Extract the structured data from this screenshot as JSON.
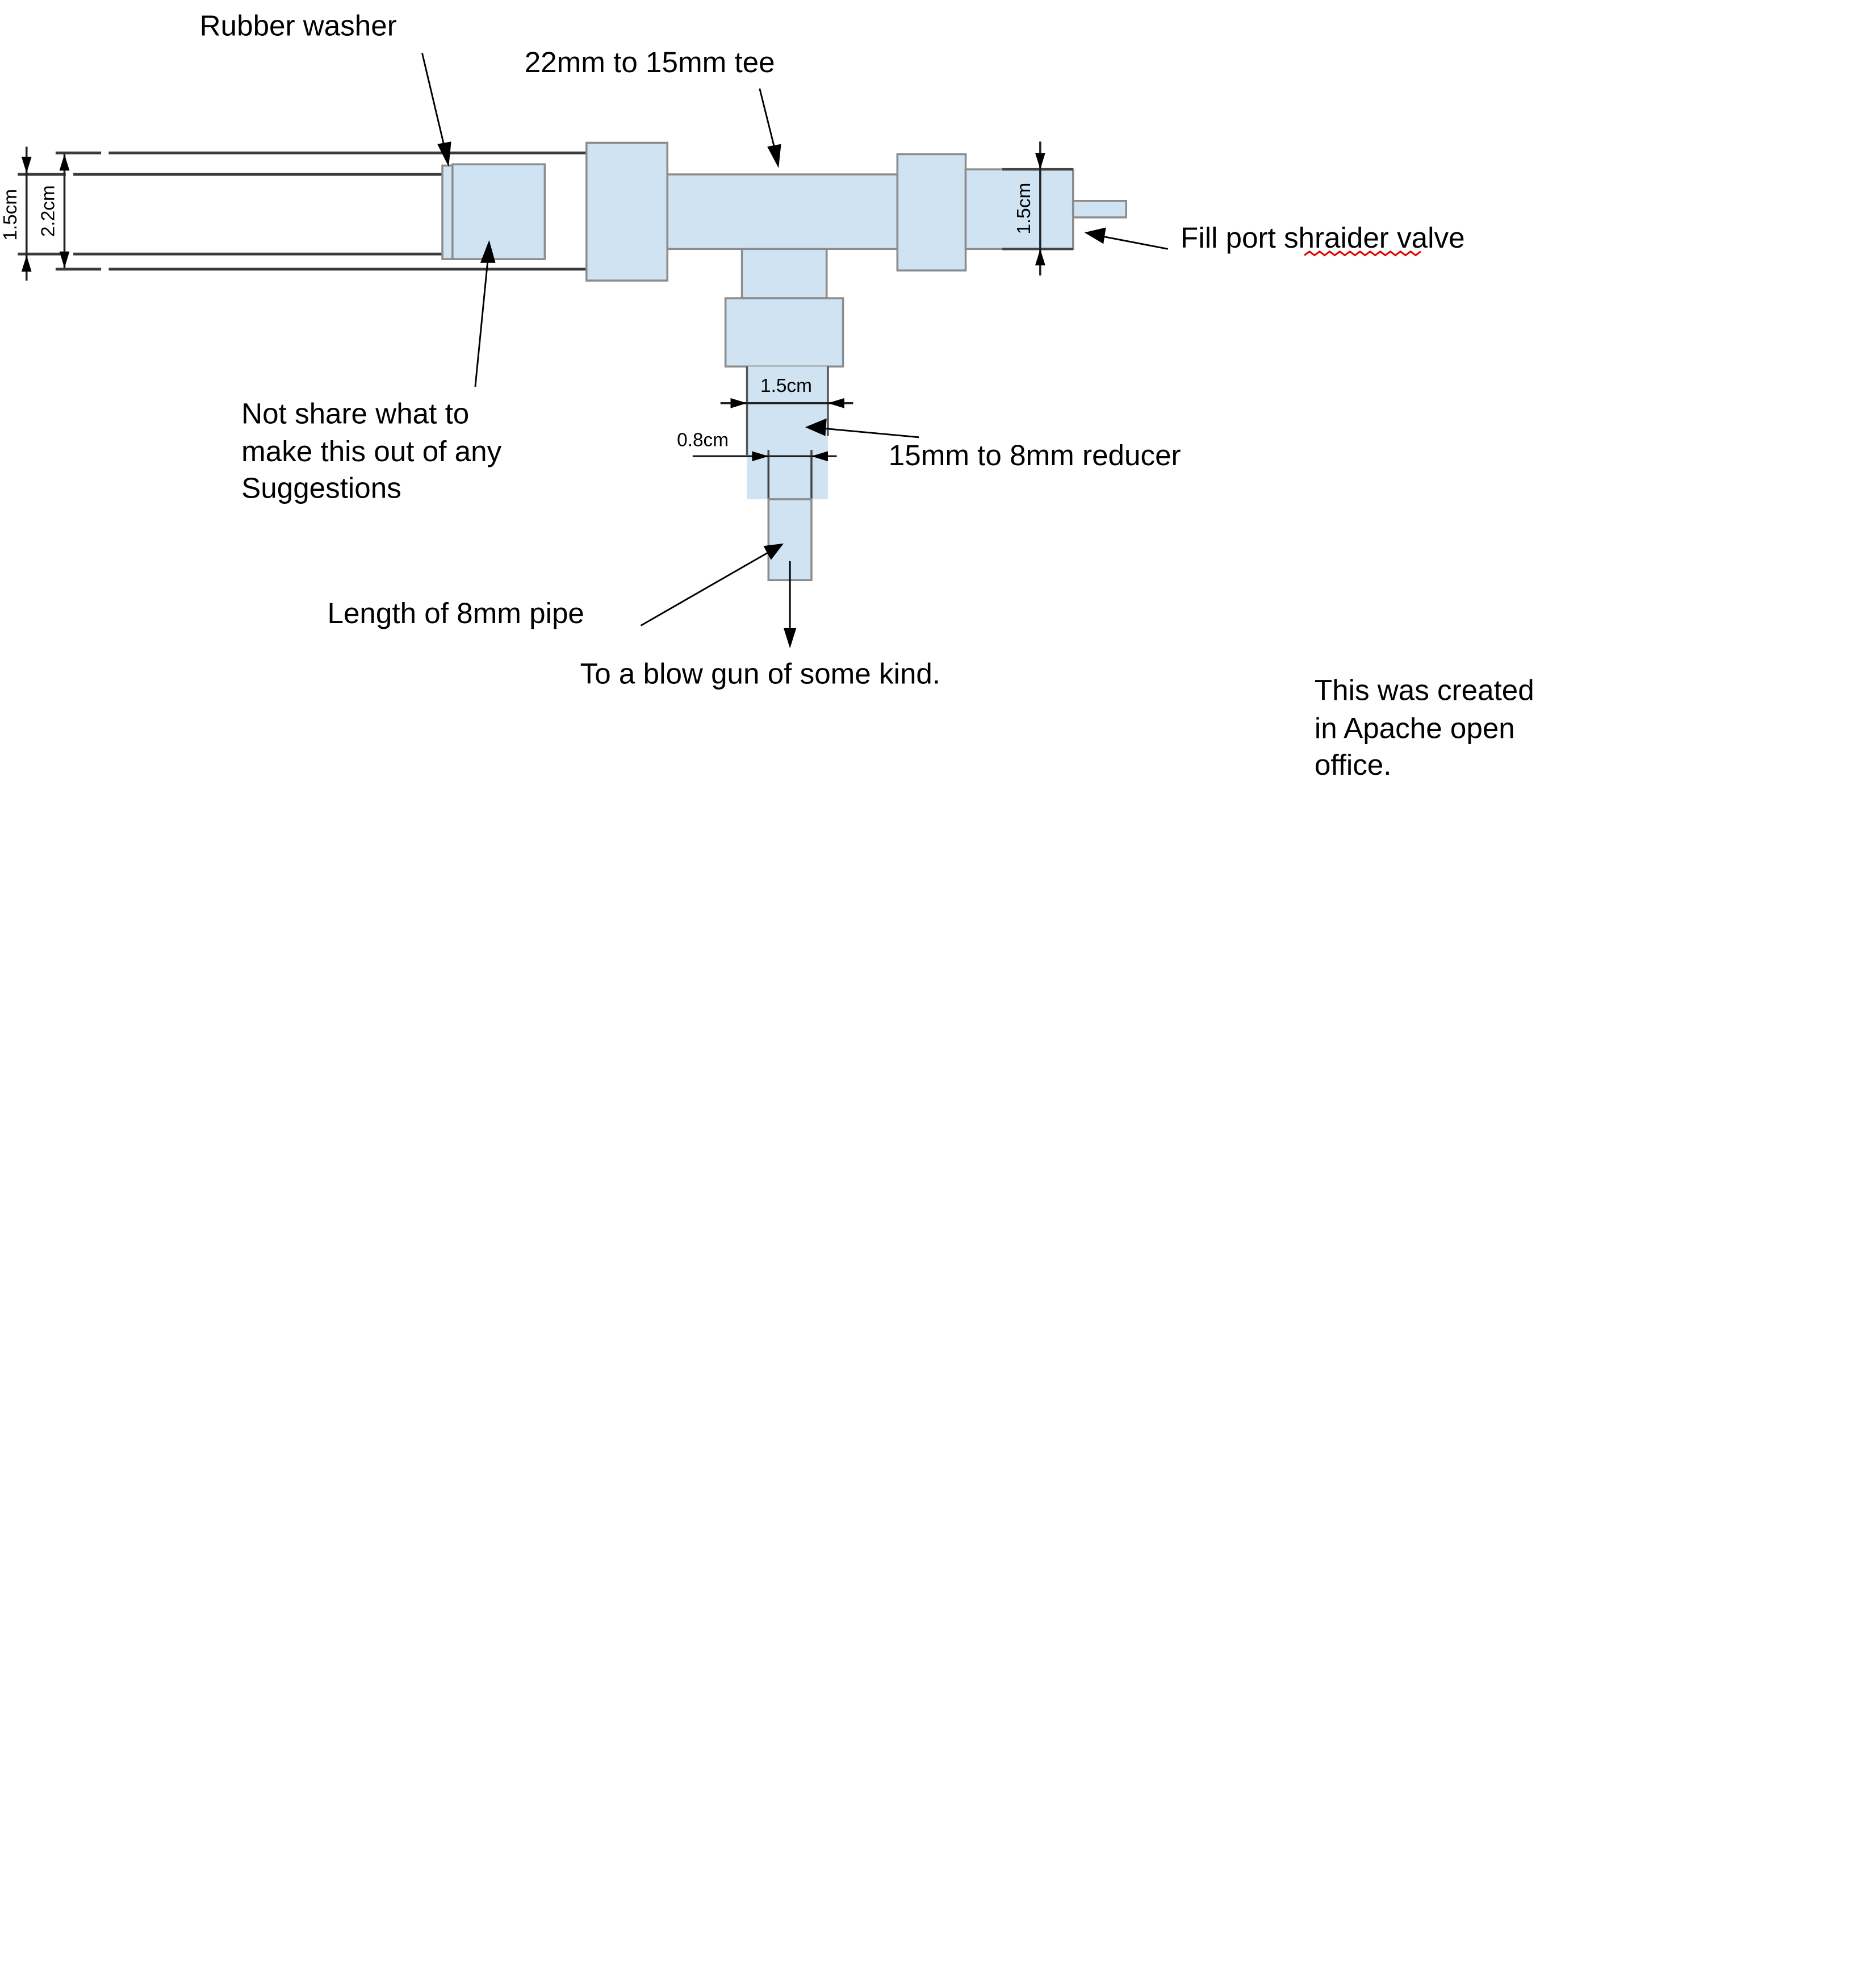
{
  "labels": {
    "rubber_washer": "Rubber washer",
    "tee": "22mm to 15mm tee",
    "fill_port": "Fill port shraider valve",
    "not_sure_line1": "Not share what to",
    "not_sure_line2": "make this out of any",
    "not_sure_line3": "Suggestions",
    "reducer": "15mm to 8mm reducer",
    "pipe_8mm": "Length of 8mm pipe",
    "blow_gun": "To a blow gun of some kind.",
    "credit_line1": "This was created",
    "credit_line2": "in Apache open",
    "credit_line3": "office."
  },
  "dimensions": {
    "inner_pipe": "1.5cm",
    "outer_pipe": "2.2cm",
    "valve_body": "1.5cm",
    "reducer_top": "1.5cm",
    "reducer_bottom": "0.8cm"
  },
  "colors": {
    "part_fill": "#cfe3f2",
    "part_stroke": "#8c8c8c",
    "spellcheck": "#e00000"
  }
}
